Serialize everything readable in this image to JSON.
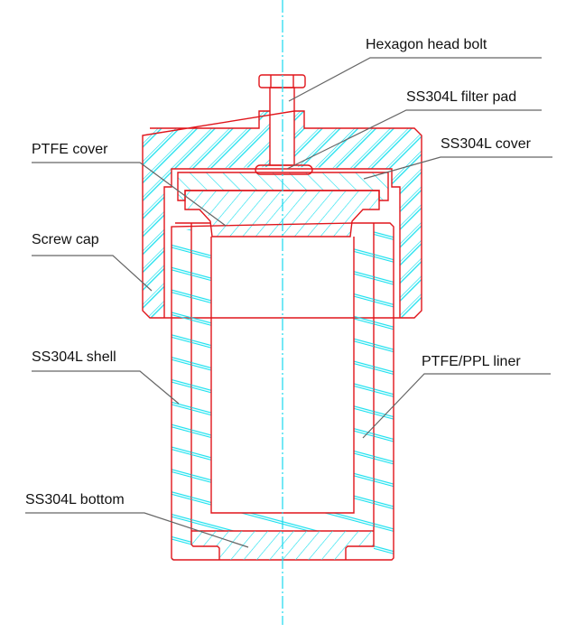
{
  "title": "Hydrothermal autoclave reactor cross-section",
  "colors": {
    "outline": "#e0151b",
    "hatch": "#19e0ee",
    "leader": "#666666",
    "centerline": "#19d8ee"
  },
  "labels": {
    "bolt": "Hexagon head bolt",
    "filter_pad": "SS304L filter pad",
    "ss_cover": "SS304L cover",
    "ptfe_cover": "PTFE cover",
    "screw_cap": "Screw cap",
    "shell": "SS304L shell",
    "liner": "PTFE/PPL liner",
    "bottom": "SS304L bottom"
  }
}
